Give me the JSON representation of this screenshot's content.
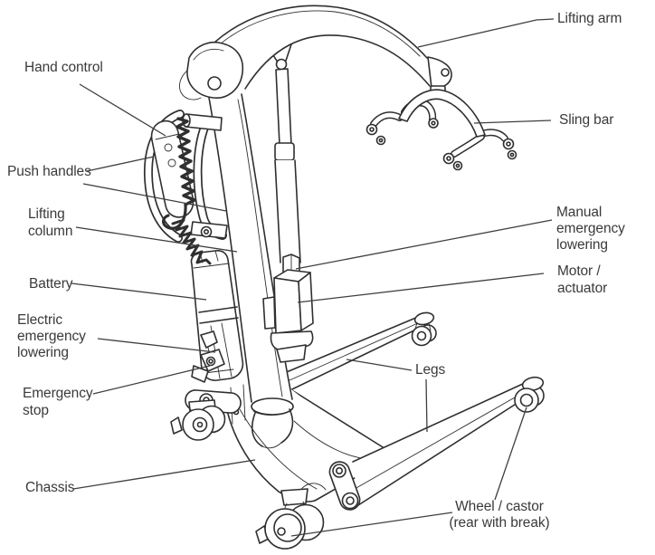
{
  "figure": {
    "subject": "Mobile patient lift (hoist) labelled parts diagram",
    "background_color": "#ffffff",
    "line_color": "#2f2f2f",
    "leader_line_color": "#3f3f3f",
    "text_color": "#3a3a3a"
  },
  "labels": {
    "lifting_arm": "Lifting arm",
    "hand_control": "Hand control",
    "sling_bar": "Sling bar",
    "push_handles": "Push handles",
    "manual_emergency_lowering": "Manual\nemergency\nlowering",
    "lifting_column": "Lifting\ncolumn",
    "motor_actuator": "Motor /\nactuator",
    "battery": "Battery",
    "electric_emergency_lowering": "Electric\nemergency\nlowering",
    "legs": "Legs",
    "emergency_stop": "Emergency\nstop",
    "chassis": "Chassis",
    "wheel_castor": "Wheel / castor\n(rear with break)"
  }
}
